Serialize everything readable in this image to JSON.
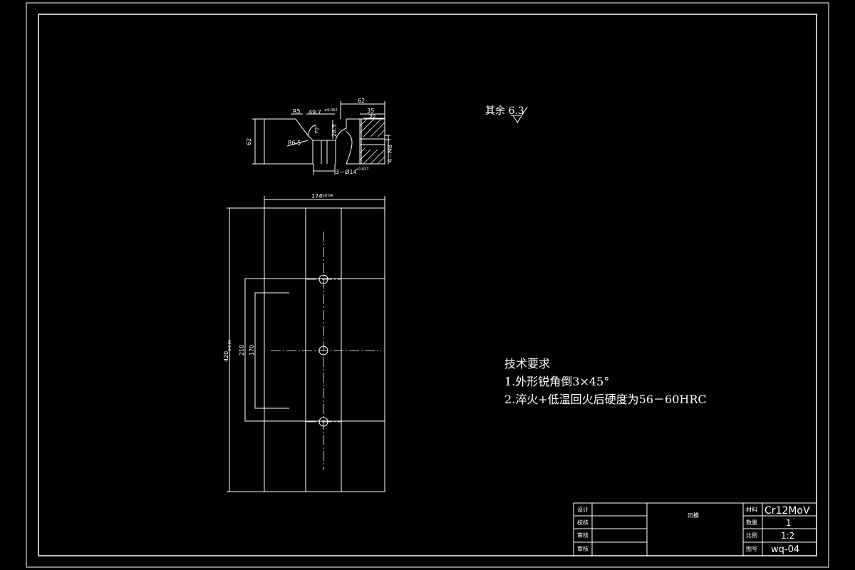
{
  "colors": {
    "background": "#000000",
    "line": "#ffffff",
    "center_line": "#ffffff"
  },
  "surface_roughness": {
    "label": "其余",
    "value": "6.3"
  },
  "technical_requirements": {
    "title": "技术要求",
    "items": [
      "1.外形锐角倒3×45°",
      "2.淬火+低温回火后硬度为56－60HRC"
    ]
  },
  "section_view": {
    "dims": {
      "r5": "R5",
      "d1": "49.7",
      "d1_tol": "±0.062",
      "r6_5": "R6.5",
      "d2": "28.5",
      "angle": "70°",
      "h62": "62",
      "w62": "62",
      "w35": "35",
      "w30": "30",
      "thread": "4－M8",
      "holes": "3－Ø14",
      "holes_tol": "+0.027"
    }
  },
  "plan_view": {
    "dims": {
      "width": "174",
      "width_tol": "0-0.04",
      "height": "420",
      "height_tol": "0-0.04",
      "d210": "210",
      "d170": "170"
    }
  },
  "title_block": {
    "left_labels": [
      "设计",
      "校核",
      "审核",
      "审核"
    ],
    "part_name": "凹模",
    "right_labels": [
      "材料",
      "数量",
      "比例",
      "图号"
    ],
    "right_values": [
      "Cr12MoV",
      "1",
      "1:2",
      "wq-04"
    ]
  }
}
